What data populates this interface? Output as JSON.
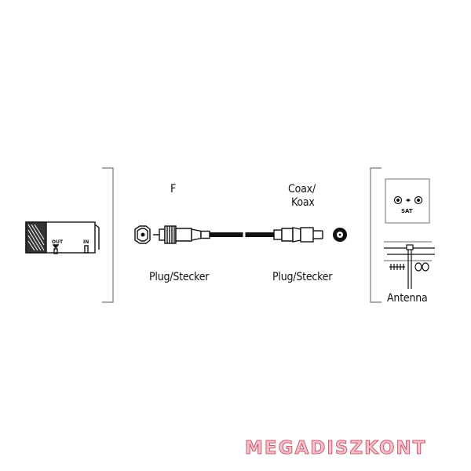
{
  "labels": {
    "f_connector": "F",
    "coax_line1": "Coax/",
    "coax_line2": "Koax",
    "plug_left": "Plug/Stecker",
    "plug_right": "Plug/Stecker",
    "antenna": "Antenna"
  },
  "receiver": {
    "out_label": "OUT",
    "in_label": "IN"
  },
  "wall_socket": {
    "sat_label": "SAT"
  },
  "watermark": "MEGADISZKONT",
  "colors": {
    "line": "#111111",
    "watermark_fill": "#f2c3cc",
    "watermark_stroke": "#d2596e"
  }
}
